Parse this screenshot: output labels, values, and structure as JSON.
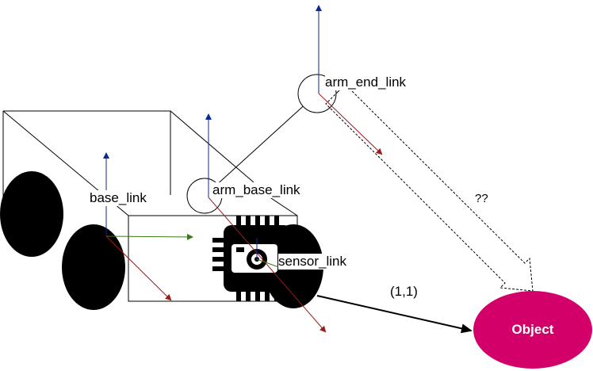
{
  "labels": {
    "base_link": "base_link",
    "arm_base_link": "arm_base_link",
    "arm_end_link": "arm_end_link",
    "sensor_link": "sensor_link",
    "unknown_transform": "??",
    "known_transform": "(1,1)",
    "object": "Object"
  },
  "colors": {
    "z_axis": "#0a2a8f",
    "x_axis": "#9b1b1b",
    "y_axis": "#3a7a1a",
    "object_fill": "#d4006a",
    "wheel": "#000000"
  },
  "icons": {
    "sensor": "camera-chip-icon"
  }
}
